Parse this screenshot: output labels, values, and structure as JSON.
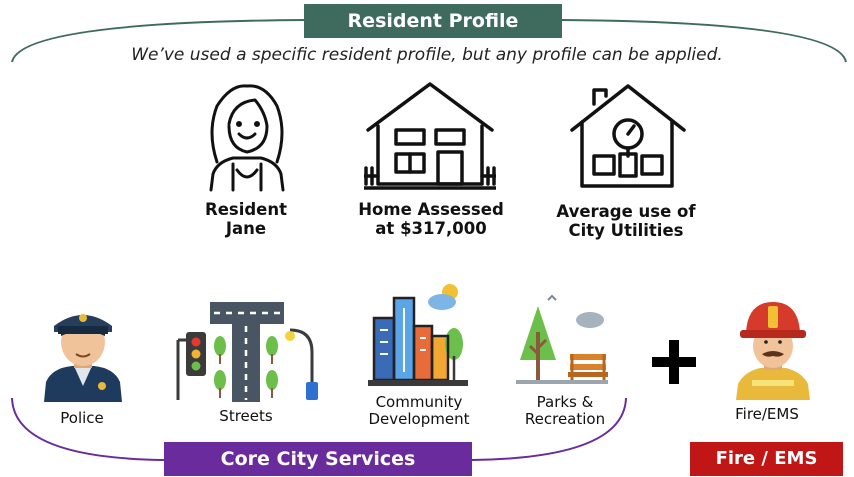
{
  "header": {
    "title": "Resident Profile"
  },
  "subtitle": "We’ve used a specific resident profile, but any profile can be applied.",
  "profile": [
    {
      "line1": "Resident",
      "line2": "Jane",
      "icon": "resident-woman-icon"
    },
    {
      "line1": "Home Assessed",
      "line2": "at $317,000",
      "icon": "house-icon"
    },
    {
      "line1": "Average use of",
      "line2": "City Utilities",
      "icon": "utility-meter-house-icon"
    }
  ],
  "services": [
    {
      "line1": "Police",
      "line2": "",
      "icon": "police-officer-icon"
    },
    {
      "line1": "Streets",
      "line2": "",
      "icon": "streets-icon"
    },
    {
      "line1": "Community",
      "line2": "Development",
      "icon": "city-buildings-icon"
    },
    {
      "line1": "Parks &",
      "line2": "Recreation",
      "icon": "park-bench-icon"
    },
    {
      "line1": "Fire/EMS",
      "line2": "",
      "icon": "firefighter-icon"
    }
  ],
  "plus_symbol": "+",
  "footer": {
    "core_label": "Core City Services",
    "fire_label": "Fire / EMS"
  },
  "colors": {
    "header_green": "#3f6b5e",
    "core_purple": "#6a2b9c",
    "fire_red": "#c01616"
  }
}
